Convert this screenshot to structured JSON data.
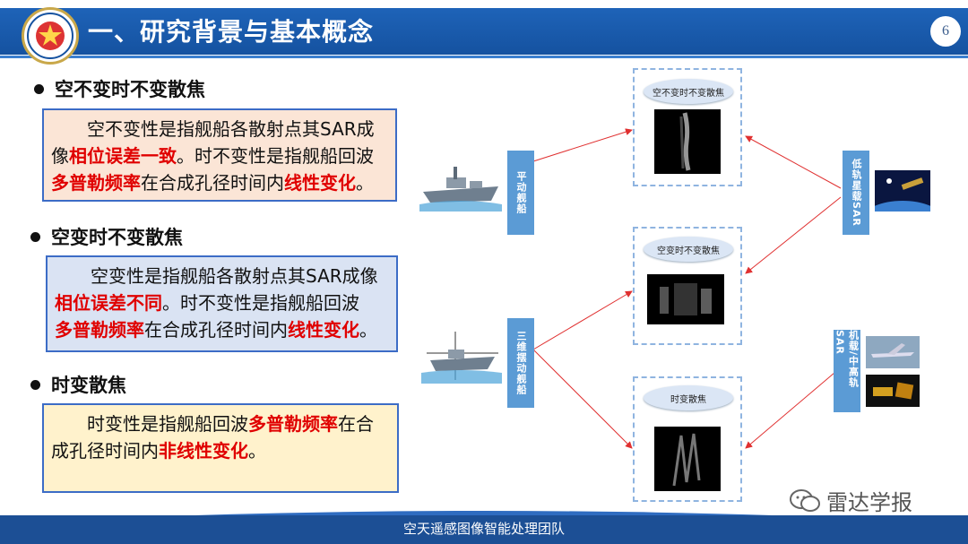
{
  "header": {
    "title": "一、研究背景与基本概念",
    "page_number": "6"
  },
  "sections": [
    {
      "heading": "空不变时不变散焦",
      "lines": [
        [
          {
            "t": "空不变性是指舰船各散射点其SAR成",
            "red": false
          }
        ],
        [
          {
            "t": "像",
            "red": false
          },
          {
            "t": "相位误差一致",
            "red": true
          },
          {
            "t": "。时不变性是指舰船回波",
            "red": false
          }
        ],
        [
          {
            "t": "多普勒频率",
            "red": true
          },
          {
            "t": "在合成孔径时间内",
            "red": false
          },
          {
            "t": "线性变化",
            "red": true
          },
          {
            "t": "。",
            "red": false
          }
        ]
      ]
    },
    {
      "heading": "空变时不变散焦",
      "lines": [
        [
          {
            "t": "空变性是指舰船各散射点其SAR成像",
            "red": false
          }
        ],
        [
          {
            "t": "相位误差不同",
            "red": true
          },
          {
            "t": "。时不变性是指舰船回波",
            "red": false
          }
        ],
        [
          {
            "t": "多普勒频率",
            "red": true
          },
          {
            "t": "在合成孔径时间内",
            "red": false
          },
          {
            "t": "线性变化",
            "red": true
          },
          {
            "t": "。",
            "red": false
          }
        ]
      ]
    },
    {
      "heading": "时变散焦",
      "lines": [
        [
          {
            "t": "时变性是指舰船回波",
            "red": false
          },
          {
            "t": "多普勒频率",
            "red": true
          },
          {
            "t": "在合",
            "red": false
          }
        ],
        [
          {
            "t": "成孔径时间内",
            "red": false
          },
          {
            "t": "非线性变化",
            "red": true
          },
          {
            "t": "。",
            "red": false
          }
        ]
      ]
    }
  ],
  "diagram": {
    "left_labels": [
      "平动舰船",
      "三维摆动舰船"
    ],
    "center_labels": [
      "空不变时不变散焦",
      "空变时不变散焦",
      "时变散焦"
    ],
    "right_labels": [
      "低轨星载SAR",
      "机载/中高轨SAR"
    ]
  },
  "footer": {
    "team": "空天遥感图像智能处理团队"
  },
  "watermark": {
    "text": "雷达学报"
  },
  "colors": {
    "header_blue": "#1552a0",
    "emphasis_red": "#e00000",
    "arrow_red": "#e03030"
  }
}
